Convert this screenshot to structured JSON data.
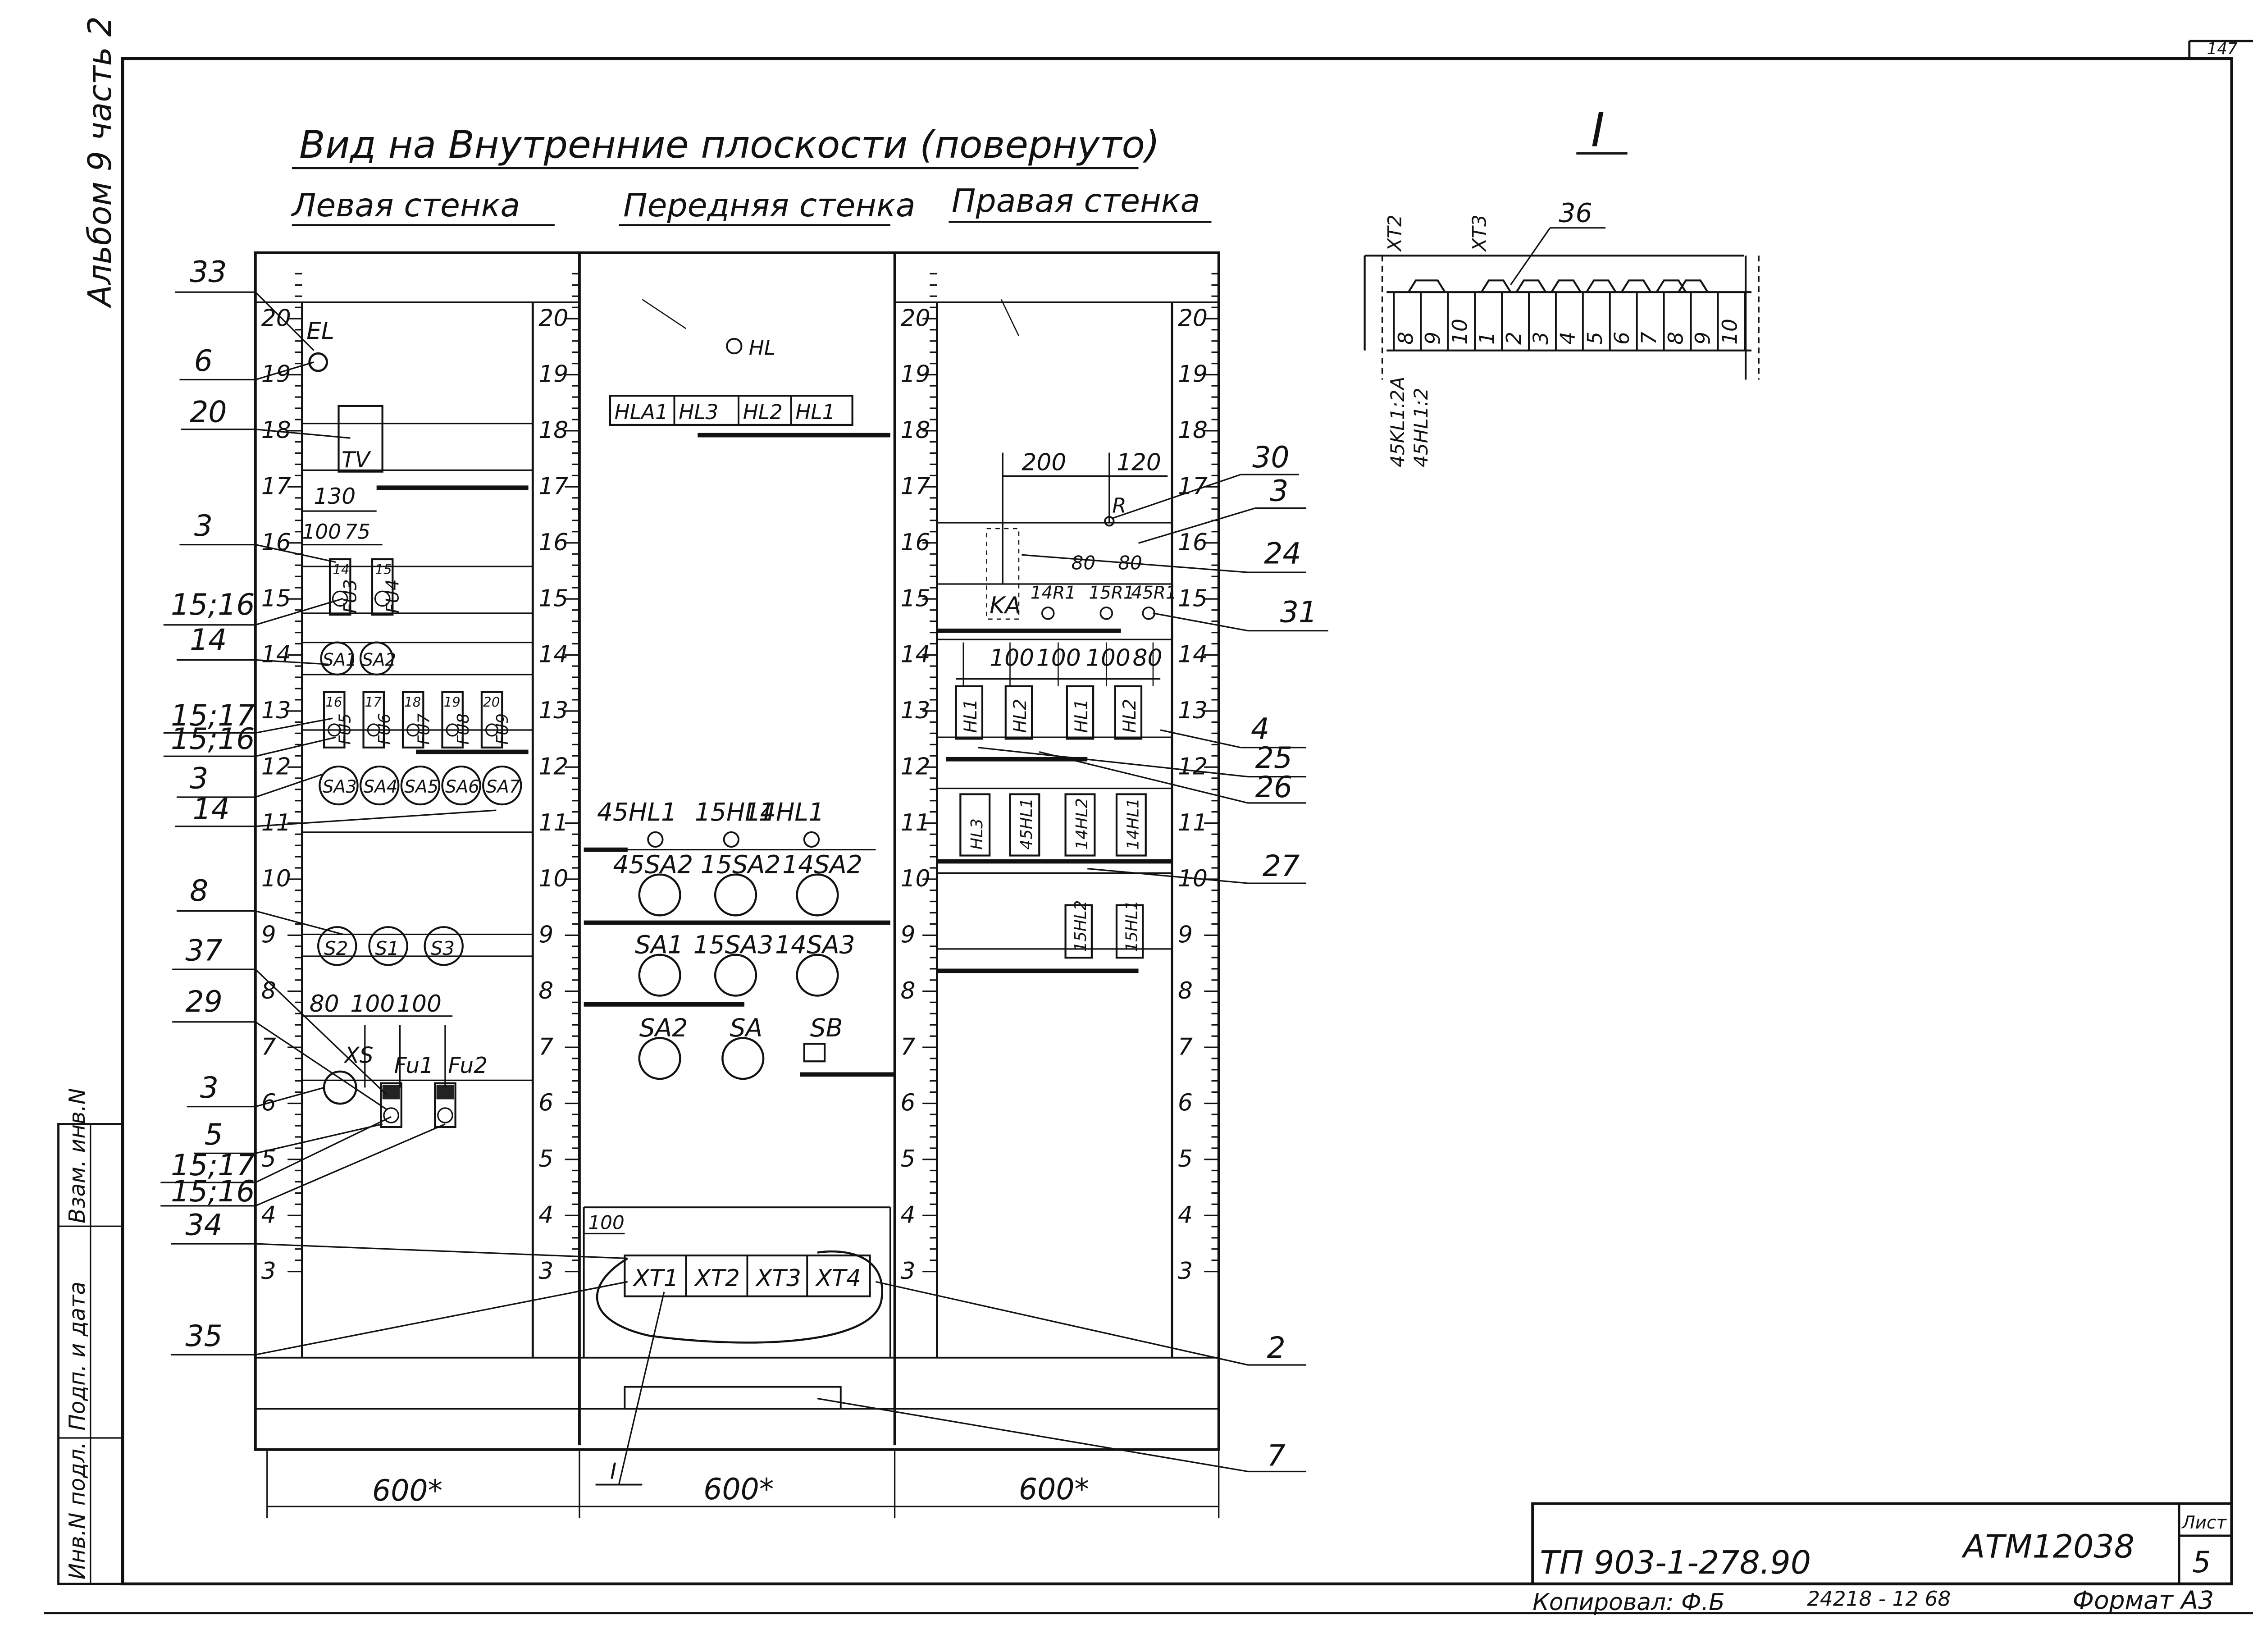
{
  "sheet_number": "147",
  "album": "Альбом 9 часть 2",
  "title": "Вид на Внутренние плоскости (повернуто)",
  "walls": {
    "left": "Левая стенка",
    "front": "Передняя стенка",
    "right": "Правая стенка"
  },
  "scale_numbers": [
    "3",
    "4",
    "5",
    "6",
    "7",
    "8",
    "9",
    "10",
    "11",
    "12",
    "13",
    "14",
    "15",
    "16",
    "17",
    "18",
    "19",
    "20"
  ],
  "right_scale_numbers": [
    "3",
    "4",
    "5",
    "6",
    "7",
    "8",
    "9",
    "10",
    "11",
    "12",
    "13",
    "14",
    "15",
    "16",
    "17",
    "18",
    "19",
    "20"
  ],
  "left_wall": {
    "el": "EL",
    "tv": "TV",
    "dim_130": "130",
    "dim_100": "100",
    "dim_75": "75",
    "fu34": [
      "FU3",
      "FU4"
    ],
    "fu34_nums": [
      "14",
      "15"
    ],
    "sa12": [
      "SA1",
      "SA2"
    ],
    "fu59": [
      "FU5",
      "FU6",
      "FU7",
      "FU8",
      "FU9"
    ],
    "fu59_nums": [
      "16",
      "17",
      "18",
      "19",
      "20"
    ],
    "sa37": [
      "SA3",
      "SA4",
      "SA5",
      "SA6",
      "SA7"
    ],
    "s123": [
      "S2",
      "S1",
      "S3"
    ],
    "dims_row": [
      "80",
      "100",
      "100"
    ],
    "xs": "XS",
    "fu1": "Fu1",
    "fu2": "Fu2"
  },
  "front_wall": {
    "hl": "HL",
    "hla_row": [
      "HLA1",
      "HL3",
      "HL2",
      "HL1"
    ],
    "lamps": [
      "45HL1",
      "15HL1",
      "14HL1"
    ],
    "sa_top": [
      "45SA2",
      "15SA2",
      "14SA2"
    ],
    "sa_mid": [
      "SA1",
      "15SA3",
      "14SA3"
    ],
    "sa_bot": [
      "SA2",
      "SA"
    ],
    "sb": "SB",
    "dim_100": "100",
    "xt": [
      "XT1",
      "XT2",
      "XT3",
      "XT4"
    ]
  },
  "right_wall": {
    "dim_200": "200",
    "dim_120": "120",
    "r": "R",
    "ka": "KA",
    "dims_80": [
      "80",
      "80"
    ],
    "rs": [
      "14R1",
      "15R1",
      "45R1"
    ],
    "dims_hl": [
      "100",
      "100",
      "100",
      "80"
    ],
    "hl_top": [
      "HL1",
      "HL2",
      "HL1",
      "HL2"
    ],
    "hl_mid": [
      "HL3",
      "45HL1",
      "14HL2",
      "14HL1"
    ],
    "hl_bot": [
      "15HL2",
      "15HL1"
    ]
  },
  "callouts_left": [
    "33",
    "6",
    "20",
    "3",
    "15;16",
    "14",
    "15;17",
    "15;16",
    "3",
    "14",
    "8",
    "37",
    "29",
    "3",
    "5",
    "15;17",
    "15;16",
    "34",
    "35"
  ],
  "callouts_right": [
    "30",
    "3",
    "24",
    "31",
    "4",
    "25",
    "26",
    "27",
    "2",
    "7"
  ],
  "bottom_dims": [
    "600*",
    "600*",
    "600*"
  ],
  "view_label": "I",
  "detail": {
    "title": "I",
    "xt2": "XT2",
    "xt3": "XT3",
    "callout": "36",
    "cells": [
      "8",
      "9",
      "10",
      "1",
      "2",
      "3",
      "4",
      "5",
      "6",
      "7",
      "8",
      "9",
      "10"
    ],
    "side_labels": [
      "45KL1:2A",
      "45HL1:2"
    ]
  },
  "stamp_left": [
    "Инв.N подл.",
    "Подп. и дата",
    "Взам. инв.N"
  ],
  "title_block": {
    "doc": "ТП 903-1-278.90",
    "code": "АТМ12038",
    "sheet_label": "Лист",
    "sheet": "5",
    "copied": "Копировал: Ф.Б",
    "order": "24218 - 12   68",
    "format": "Формат А3"
  }
}
